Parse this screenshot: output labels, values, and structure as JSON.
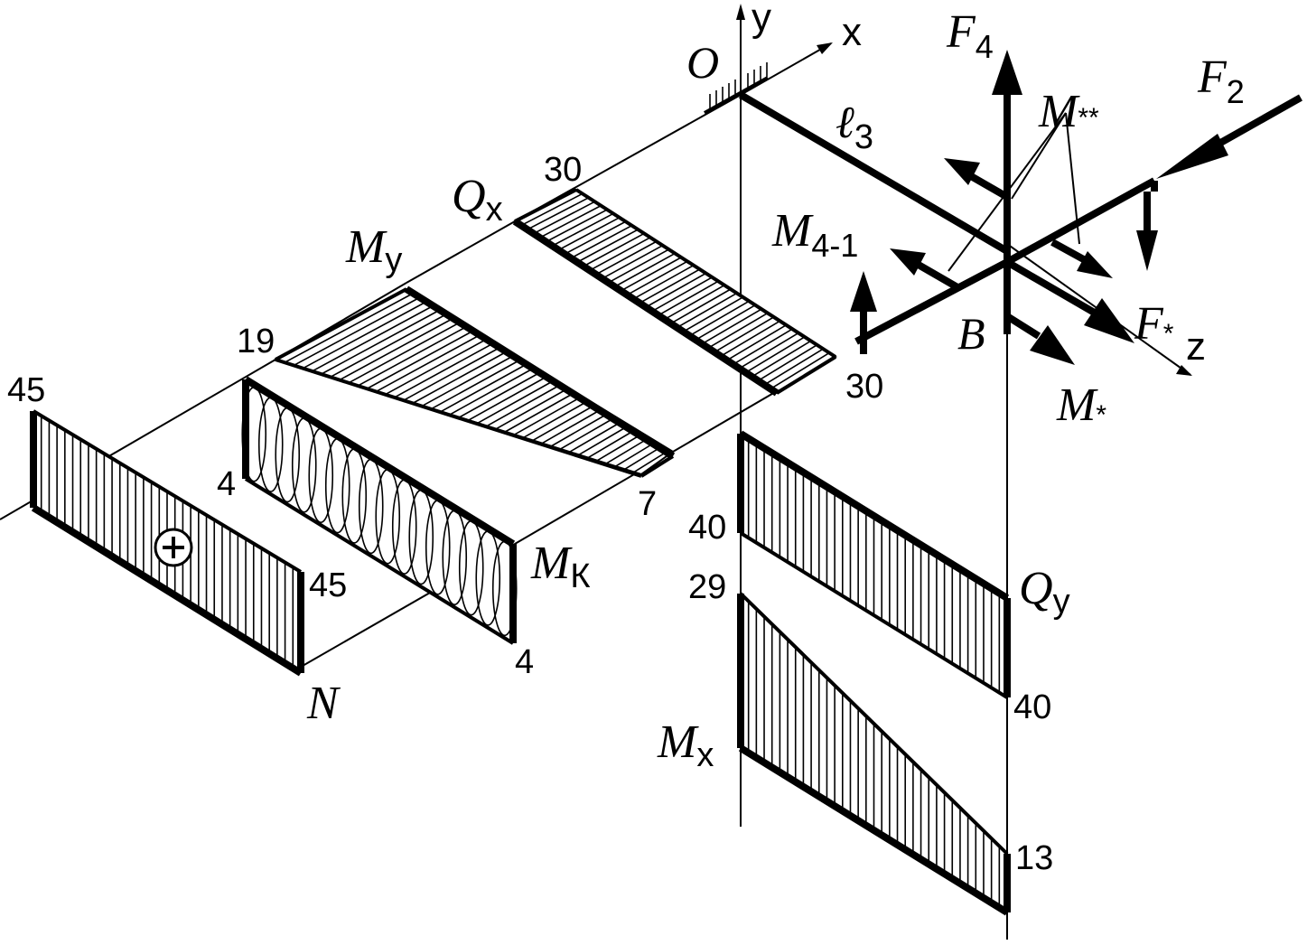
{
  "axes": {
    "y": "y",
    "x": "x",
    "z": "z",
    "origin": "O"
  },
  "labels": {
    "l3_main": "ℓ",
    "l3_sub": "3",
    "B": "B",
    "F4_main": "F",
    "F4_sub": "4",
    "F2_main": "F",
    "F2_sub": "2",
    "Fstar_main": "F",
    "Fstar_sub": "*",
    "Mstarstar_main": "M",
    "Mstarstar_sub": "**",
    "Mstar_main": "M",
    "Mstar_sub": "*",
    "M41_main": "M",
    "M41_sub": "4-1"
  },
  "diagrams": {
    "Qx": {
      "main": "Q",
      "sub": "x",
      "start": "30",
      "end": "30"
    },
    "My": {
      "main": "M",
      "sub": "y",
      "start": "19",
      "end": "7"
    },
    "Mk": {
      "main": "M",
      "sub": "К",
      "start": "4",
      "end": "4"
    },
    "N": {
      "main": "N",
      "start": "45",
      "end": "45",
      "sign": "+"
    },
    "Qy": {
      "main": "Q",
      "sub": "y",
      "start": "40",
      "end": "40"
    },
    "Mx": {
      "main": "M",
      "sub": "x",
      "start": "29",
      "end": "13"
    }
  }
}
